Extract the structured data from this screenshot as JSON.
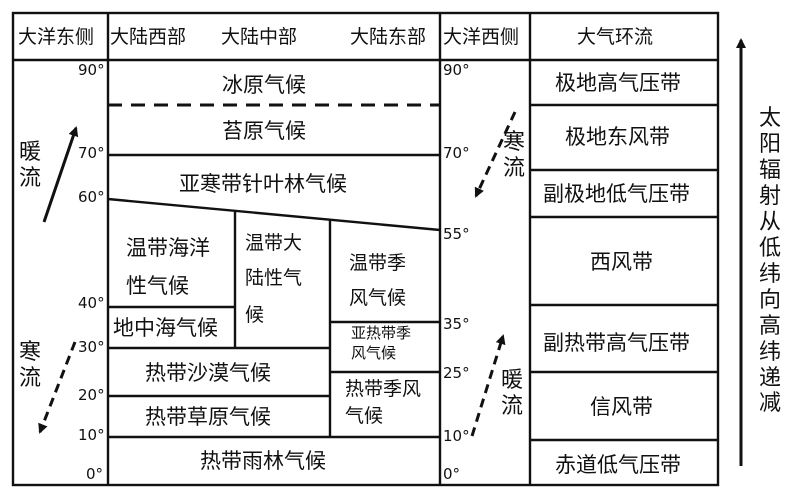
{
  "headers": {
    "ocean_east": "大洋东侧",
    "continent_west": "大陆西部",
    "continent_central": "大陆中部",
    "continent_east": "大陆东部",
    "ocean_west": "大洋西侧",
    "circulation": "大气环流"
  },
  "latitudes_left": [
    "90°",
    "70°",
    "60°",
    "40°",
    "30°",
    "20°",
    "10°",
    "0°"
  ],
  "latitudes_right": [
    "90°",
    "70°",
    "55°",
    "35°",
    "25°",
    "10°",
    "0°"
  ],
  "climates": {
    "ice_cap": "冰原气候",
    "tundra": "苔原气候",
    "subarctic_forest": "亚寒带针叶林气候",
    "temperate_maritime": [
      "温带海洋",
      "性气候"
    ],
    "temperate_continental": [
      "温带大",
      "陆性气",
      "候"
    ],
    "temperate_monsoon": [
      "温带季",
      "风气候"
    ],
    "mediterranean": "地中海气候",
    "subtropical_monsoon": [
      "亚热带季",
      "风气候"
    ],
    "tropical_desert": "热带沙漠气候",
    "tropical_monsoon": [
      "热带季风",
      "气候"
    ],
    "tropical_savanna": "热带草原气候",
    "tropical_rainforest": "热带雨林气候"
  },
  "currents": {
    "left_warm": [
      "暖",
      "流"
    ],
    "left_cold": [
      "寒",
      "流"
    ],
    "right_cold": [
      "寒",
      "流"
    ],
    "right_warm": [
      "暖",
      "流"
    ]
  },
  "belts": [
    "极地高气压带",
    "极地东风带",
    "副极地低气压带",
    "西风带",
    "副热带高气压带",
    "信风带",
    "赤道低气压带"
  ],
  "side_label": [
    "太",
    "阳",
    "辐",
    "射",
    "从",
    "低",
    "纬",
    "向",
    "高",
    "纬",
    "递",
    "减"
  ]
}
